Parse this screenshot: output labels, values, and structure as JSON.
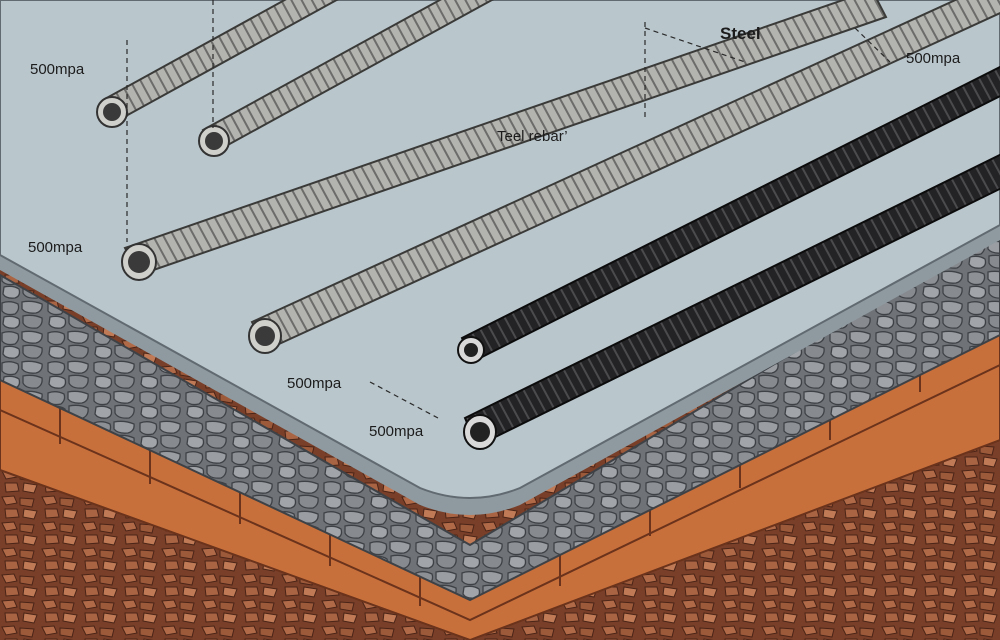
{
  "labels": {
    "steel": "Steel",
    "rebar": "Teel rebar’",
    "mpa_1": "500mpa",
    "mpa_2": "500mpa",
    "mpa_3": "500mpa",
    "mpa_4": "500mpa",
    "mpa_5": "500mpa"
  },
  "colors": {
    "slab": "#a8b5bb",
    "slab_edge": "#8f9aa0",
    "gravel": "#777b80",
    "brick": "#c8703c",
    "soil": "#8a4a2e",
    "rebar_silver": "#a9a9a6",
    "rebar_black": "#1d1d1f"
  }
}
